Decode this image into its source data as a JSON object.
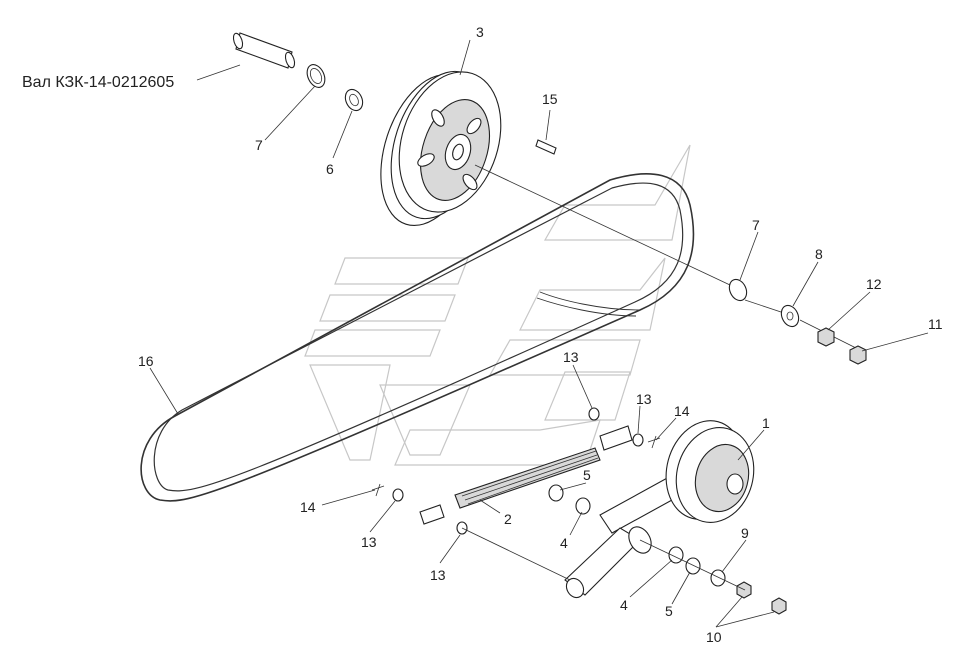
{
  "title": "Вал КЗК-14-0212605",
  "callouts": {
    "c1": "1",
    "c2": "2",
    "c3": "3",
    "c4a": "4",
    "c4b": "4",
    "c5a": "5",
    "c5b": "5",
    "c6": "6",
    "c7a": "7",
    "c7b": "7",
    "c8": "8",
    "c9": "9",
    "c10": "10",
    "c11": "11",
    "c12": "12",
    "c13a": "13",
    "c13b": "13",
    "c13c": "13",
    "c13d": "13",
    "c14a": "14",
    "c14b": "14",
    "c15": "15",
    "c16": "16"
  }
}
